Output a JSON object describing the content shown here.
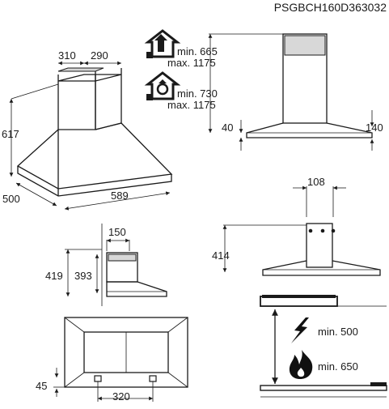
{
  "model_code": "PSGBCH160D363032",
  "chimney_view": {
    "width_top_left": "310",
    "width_top_right": "290",
    "height": "617",
    "depth": "500",
    "width": "589"
  },
  "ducting_outside": {
    "icon": "house-extraction-icon",
    "min_label": "min. 665",
    "max_label": "max. 1175"
  },
  "recirculation": {
    "icon": "house-recirculation-icon",
    "min_label": "min. 730",
    "max_label": "max. 1175"
  },
  "front_view": {
    "canopy_height": "40",
    "side_height": "140"
  },
  "duct_front": {
    "width": "108",
    "height": "414"
  },
  "side_view": {
    "duct_depth": "150",
    "total_height": "419",
    "inner_height": "393"
  },
  "bottom_view": {
    "edge_offset": "45",
    "hole_spacing": "320"
  },
  "clearance": {
    "electric_icon": "lightning-icon",
    "electric_label": "min. 500",
    "gas_icon": "flame-icon",
    "gas_label": "min. 650"
  },
  "colors": {
    "line": "#1a1a1a",
    "panel_grey": "#d8d8d8"
  }
}
